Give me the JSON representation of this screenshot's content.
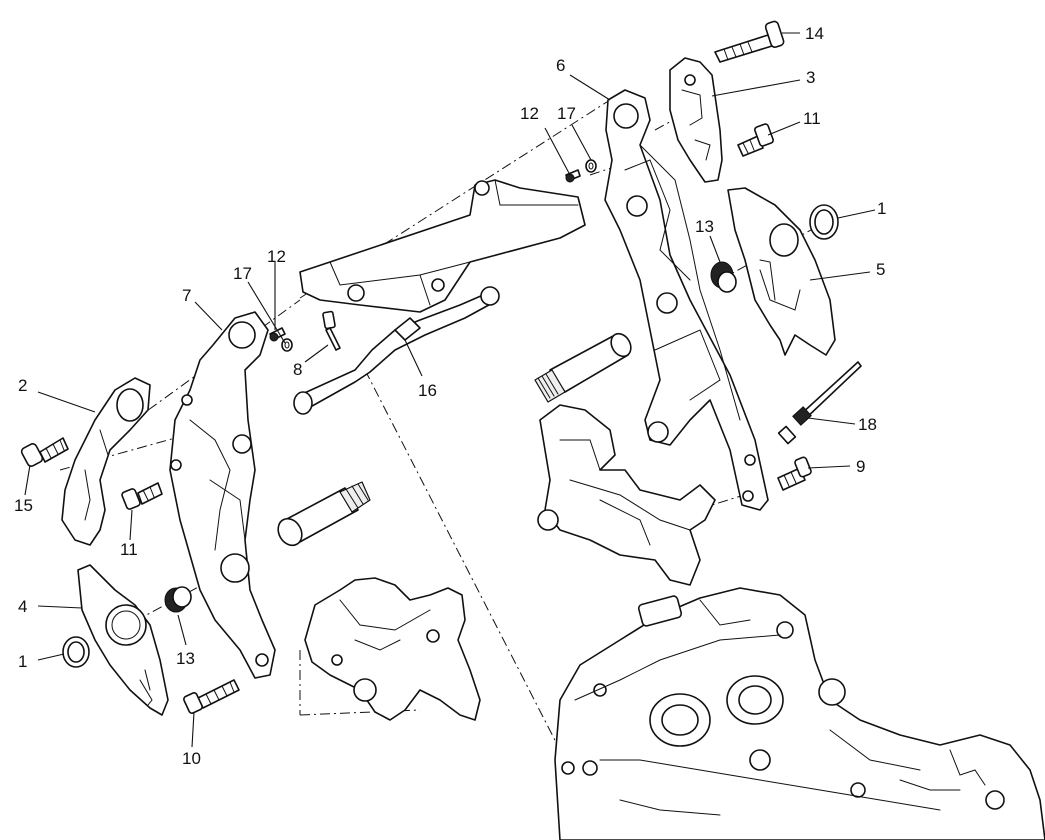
{
  "diagram": {
    "callouts": [
      {
        "id": "c14",
        "label": "14"
      },
      {
        "id": "c3",
        "label": "3"
      },
      {
        "id": "c6",
        "label": "6"
      },
      {
        "id": "c11a",
        "label": "11"
      },
      {
        "id": "c12a",
        "label": "12"
      },
      {
        "id": "c17a",
        "label": "17"
      },
      {
        "id": "c1a",
        "label": "1"
      },
      {
        "id": "c13a",
        "label": "13"
      },
      {
        "id": "c5",
        "label": "5"
      },
      {
        "id": "c12b",
        "label": "12"
      },
      {
        "id": "c17b",
        "label": "17"
      },
      {
        "id": "c7",
        "label": "7"
      },
      {
        "id": "c8",
        "label": "8"
      },
      {
        "id": "c16",
        "label": "16"
      },
      {
        "id": "c2",
        "label": "2"
      },
      {
        "id": "c15",
        "label": "15"
      },
      {
        "id": "c11b",
        "label": "11"
      },
      {
        "id": "c18",
        "label": "18"
      },
      {
        "id": "c9",
        "label": "9"
      },
      {
        "id": "c4",
        "label": "4"
      },
      {
        "id": "c1b",
        "label": "1"
      },
      {
        "id": "c13b",
        "label": "13"
      },
      {
        "id": "c10",
        "label": "10"
      }
    ]
  }
}
